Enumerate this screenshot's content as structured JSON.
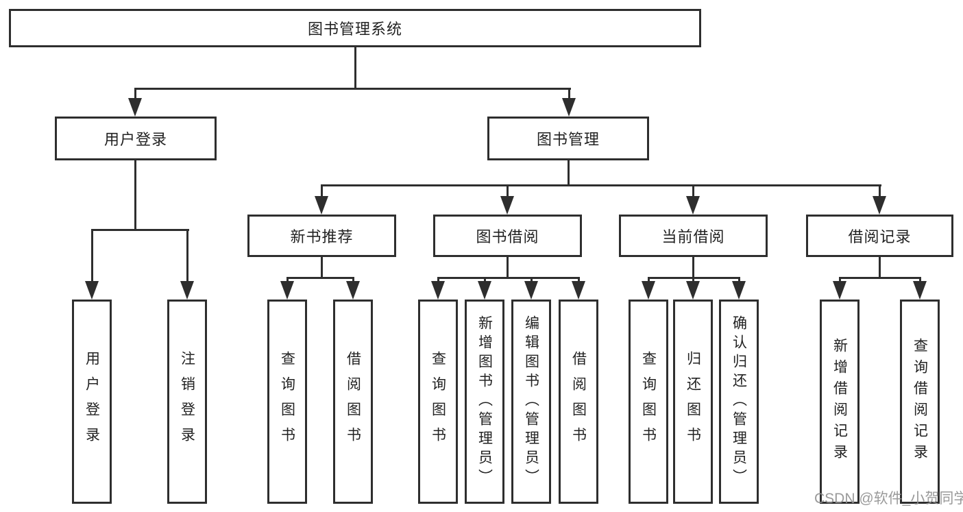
{
  "root": {
    "label": "图书管理系统"
  },
  "level2": {
    "user_login": {
      "label": "用户登录",
      "children": [
        "用户登录",
        "注销登录"
      ]
    },
    "book_mgmt": {
      "label": "图书管理"
    }
  },
  "level3": {
    "new_books": {
      "label": "新书推荐",
      "children": [
        "查询图书",
        "借阅图书"
      ]
    },
    "borrowing": {
      "label": "图书借阅",
      "children": [
        "查询图书",
        "新增图书（管理员）",
        "编辑图书（管理员）",
        "借阅图书"
      ]
    },
    "current": {
      "label": "当前借阅",
      "children": [
        "查询图书",
        "归还图书",
        "确认归还（管理员）"
      ]
    },
    "records": {
      "label": "借阅记录",
      "children": [
        "新增借阅记录",
        "查询借阅记录"
      ]
    }
  },
  "watermark": "CSDN @软件_小贺同学",
  "colors": {
    "line": "#2e2e2e",
    "text": "#222222",
    "watermark": "#919191",
    "background": "#ffffff"
  }
}
